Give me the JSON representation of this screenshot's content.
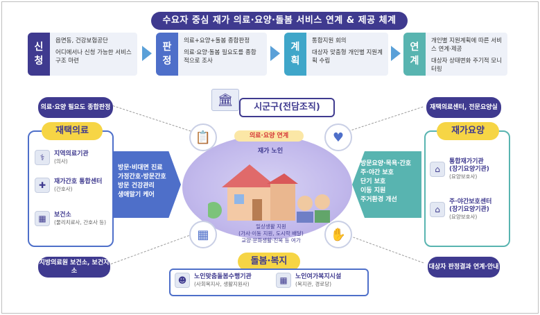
{
  "title": "수요자 중심 재가 의료·요양·돌봄 서비스 연계 & 제공 체계",
  "steps": [
    {
      "tag": [
        "신",
        "청"
      ],
      "lines": [
        "읍면동, 건강보험공단",
        "어디에서나 신청 가능한 서비스 구조 마련"
      ],
      "color": "#3f3a8f"
    },
    {
      "tag": [
        "판",
        "정"
      ],
      "lines": [
        "의료+요양+돌봄 종합판정",
        "의료·요양·돌봄 필요도를 종합적으로 조사"
      ],
      "color": "#4e6fc9"
    },
    {
      "tag": [
        "계",
        "획"
      ],
      "lines": [
        "통합지원 회의",
        "대상자 맞춤형 개인별 지원계획 수립"
      ],
      "color": "#3fa6c9"
    },
    {
      "tag": [
        "연",
        "계"
      ],
      "lines": [
        "개인별 지원계획에 따른 서비스 연계·제공",
        "대상자 상태변화 주기적 모니터링"
      ],
      "color": "#58b4b0"
    }
  ],
  "side_pills": {
    "top_left": "의료·요양 필요도 종합판정",
    "top_right": "재택의료센터, 전문요양실",
    "bottom_left": "지방의료원 보건소, 보건지소",
    "bottom_right": "대상자 판정결과 연계·안내"
  },
  "center": {
    "org_title": "시군구(전담조직)",
    "link_label": "의료·요양 연계",
    "person_label": "재가 노인",
    "support_lines": [
      "일상생활 지원",
      "(가사·이동 지원, 도시락 배달)",
      "교양·문화생활·친목 등 여가"
    ]
  },
  "home_medical": {
    "head": "재택의료",
    "items": [
      {
        "title": "지역의료기관",
        "sub": "(의사)"
      },
      {
        "title": "재가간호 통합센터",
        "sub": "(간호사)"
      },
      {
        "title": "보건소",
        "sub": "(물리치료사, 간호사 등)"
      }
    ],
    "services": [
      "방문·비대면 진료",
      "가정간호·방문간호",
      "방문 건강관리",
      "생애말기 케어"
    ]
  },
  "home_care": {
    "head": "재가요양",
    "items": [
      {
        "title": "통합재가기관",
        "title2": "(장기요양기관)",
        "sub": "(요양보호사)"
      },
      {
        "title": "주·야간보호센터",
        "title2": "(장기요양기관)",
        "sub": "(요양보호사)"
      }
    ],
    "services": [
      "방문요양·목욕·간호",
      "주·야간 보호",
      "단기 보호",
      "이동 지원",
      "주거환경 개선"
    ]
  },
  "welfare": {
    "head": "돌봄·복지",
    "items": [
      {
        "title": "노인맞춤돌봄수행기관",
        "sub": "(사회복지사, 생활지원사)"
      },
      {
        "title": "노인여가복지시설",
        "sub": "(복지관, 경로당)"
      }
    ]
  },
  "colors": {
    "navy": "#3f3a8f",
    "blue": "#4e6fc9",
    "teal": "#58b4b0",
    "yellow": "#f6d545",
    "red": "#d63a3a"
  }
}
